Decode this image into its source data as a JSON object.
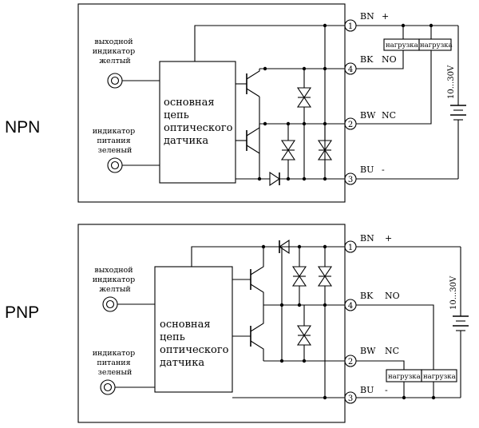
{
  "npn": {
    "title": "NPN",
    "out_indicator": [
      "выходной",
      "индикатор",
      "желтый"
    ],
    "power_indicator": [
      "индикатор",
      "питания",
      "зеленый"
    ],
    "circuit": [
      "основная",
      "цепь",
      "оптического",
      "датчика"
    ],
    "terminals": [
      {
        "num": "1",
        "code": "BN",
        "sign": "+"
      },
      {
        "num": "4",
        "code": "BK",
        "sign": "NO"
      },
      {
        "num": "2",
        "code": "BW",
        "sign": "NC"
      },
      {
        "num": "3",
        "code": "BU",
        "sign": "-"
      }
    ],
    "load_a": "нагрузка",
    "load_b": "нагрузка",
    "supply": "10...30V"
  },
  "pnp": {
    "title": "PNP",
    "out_indicator": [
      "выходной",
      "индикатор",
      "желтый"
    ],
    "power_indicator": [
      "индикатор",
      "питания",
      "зеленый"
    ],
    "circuit": [
      "основная",
      "цепь",
      "оптического",
      "датчика"
    ],
    "terminals": [
      {
        "num": "1",
        "code": "BN",
        "sign": "+"
      },
      {
        "num": "4",
        "code": "BK",
        "sign": "NO"
      },
      {
        "num": "2",
        "code": "BW",
        "sign": "NC"
      },
      {
        "num": "3",
        "code": "BU",
        "sign": "-"
      }
    ],
    "load_a": "нагрузка",
    "load_b": "нагрузка",
    "supply": "10...30V"
  }
}
